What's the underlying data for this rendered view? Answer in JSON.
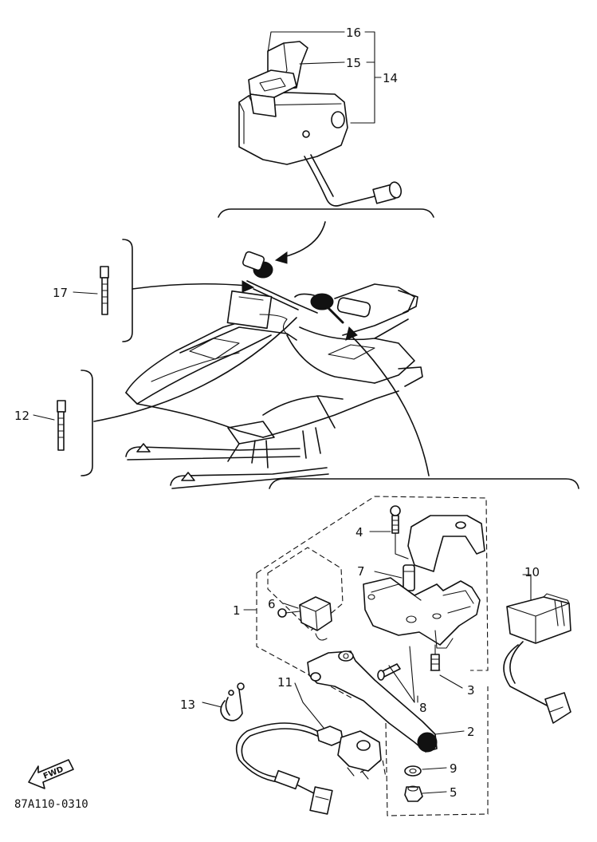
{
  "callouts": {
    "c1": "1",
    "c2": "2",
    "c3": "3",
    "c4": "4",
    "c5": "5",
    "c6": "6",
    "c7": "7",
    "c8": "8",
    "c9": "9",
    "c10": "10",
    "c11": "11",
    "c12": "12",
    "c13": "13",
    "c14": "14",
    "c15": "15",
    "c16": "16",
    "c17": "17"
  },
  "fwd_label": "FWD",
  "drawing_code": "87A110-0310",
  "icons": {
    "throttle_housing": "throttle-housing-icon",
    "snowmobile": "snowmobile-icon",
    "brake_lever": "brake-lever-icon",
    "cable_tie": "cable-tie-icon",
    "fwd_arrow": "fwd-arrow-icon"
  }
}
